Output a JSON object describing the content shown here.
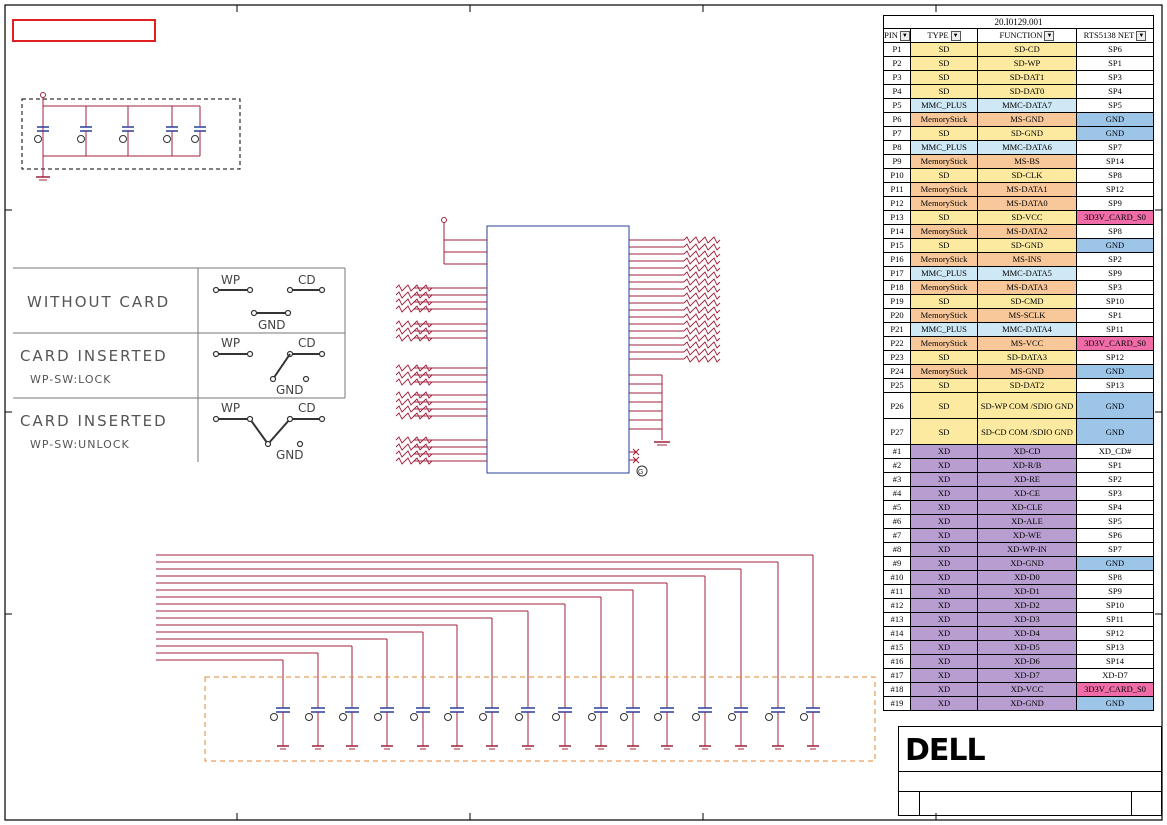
{
  "switch_table": {
    "row1_title": "WITHOUT CARD",
    "row2_title": "CARD INSERTED",
    "row2_sub": "WP-SW:LOCK",
    "row3_title": "CARD INSERTED",
    "row3_sub": "WP-SW:UNLOCK",
    "wp": "WP",
    "cd": "CD",
    "gnd": "GND"
  },
  "pin_table": {
    "title": "20.I0129.001",
    "headers": [
      "PIN",
      "TYPE",
      "FUNCTION",
      "RTS5138 NET"
    ],
    "rows": [
      {
        "pin": "P1",
        "type": "SD",
        "func": "SD-CD",
        "net": "SP6",
        "tc": "sd",
        "nc": ""
      },
      {
        "pin": "P2",
        "type": "SD",
        "func": "SD-WP",
        "net": "SP1",
        "tc": "sd",
        "nc": ""
      },
      {
        "pin": "P3",
        "type": "SD",
        "func": "SD-DAT1",
        "net": "SP3",
        "tc": "sd",
        "nc": ""
      },
      {
        "pin": "P4",
        "type": "SD",
        "func": "SD-DAT0",
        "net": "SP4",
        "tc": "sd",
        "nc": ""
      },
      {
        "pin": "P5",
        "type": "MMC_PLUS",
        "func": "MMC-DATA7",
        "net": "SP5",
        "tc": "mmc",
        "nc": ""
      },
      {
        "pin": "P6",
        "type": "MemoryStick",
        "func": "MS-GND",
        "net": "GND",
        "tc": "ms",
        "nc": "gnd"
      },
      {
        "pin": "P7",
        "type": "SD",
        "func": "SD-GND",
        "net": "GND",
        "tc": "sd",
        "nc": "gnd"
      },
      {
        "pin": "P8",
        "type": "MMC_PLUS",
        "func": "MMC-DATA6",
        "net": "SP7",
        "tc": "mmc",
        "nc": ""
      },
      {
        "pin": "P9",
        "type": "MemoryStick",
        "func": "MS-BS",
        "net": "SP14",
        "tc": "ms",
        "nc": ""
      },
      {
        "pin": "P10",
        "type": "SD",
        "func": "SD-CLK",
        "net": "SP8",
        "tc": "sd",
        "nc": ""
      },
      {
        "pin": "P11",
        "type": "MemoryStick",
        "func": "MS-DATA1",
        "net": "SP12",
        "tc": "ms",
        "nc": ""
      },
      {
        "pin": "P12",
        "type": "MemoryStick",
        "func": "MS-DATA0",
        "net": "SP9",
        "tc": "ms",
        "nc": ""
      },
      {
        "pin": "P13",
        "type": "SD",
        "func": "SD-VCC",
        "net": "3D3V_CARD_S0",
        "tc": "sd",
        "nc": "vcc"
      },
      {
        "pin": "P14",
        "type": "MemoryStick",
        "func": "MS-DATA2",
        "net": "SP8",
        "tc": "ms",
        "nc": ""
      },
      {
        "pin": "P15",
        "type": "SD",
        "func": "SD-GND",
        "net": "GND",
        "tc": "sd",
        "nc": "gnd"
      },
      {
        "pin": "P16",
        "type": "MemoryStick",
        "func": "MS-INS",
        "net": "SP2",
        "tc": "ms",
        "nc": ""
      },
      {
        "pin": "P17",
        "type": "MMC_PLUS",
        "func": "MMC-DATA5",
        "net": "SP9",
        "tc": "mmc",
        "nc": ""
      },
      {
        "pin": "P18",
        "type": "MemoryStick",
        "func": "MS-DATA3",
        "net": "SP3",
        "tc": "ms",
        "nc": ""
      },
      {
        "pin": "P19",
        "type": "SD",
        "func": "SD-CMD",
        "net": "SP10",
        "tc": "sd",
        "nc": ""
      },
      {
        "pin": "P20",
        "type": "MemoryStick",
        "func": "MS-SCLK",
        "net": "SP1",
        "tc": "ms",
        "nc": ""
      },
      {
        "pin": "P21",
        "type": "MMC_PLUS",
        "func": "MMC-DATA4",
        "net": "SP11",
        "tc": "mmc",
        "nc": ""
      },
      {
        "pin": "P22",
        "type": "MemoryStick",
        "func": "MS-VCC",
        "net": "3D3V_CARD_S0",
        "tc": "ms",
        "nc": "vcc"
      },
      {
        "pin": "P23",
        "type": "SD",
        "func": "SD-DATA3",
        "net": "SP12",
        "tc": "sd",
        "nc": ""
      },
      {
        "pin": "P24",
        "type": "MemoryStick",
        "func": "MS-GND",
        "net": "GND",
        "tc": "ms",
        "nc": "gnd"
      },
      {
        "pin": "P25",
        "type": "SD",
        "func": "SD-DAT2",
        "net": "SP13",
        "tc": "sd",
        "nc": ""
      },
      {
        "pin": "P26",
        "type": "SD",
        "func": "SD-WP COM /SDIO GND",
        "net": "GND",
        "tc": "sd",
        "nc": "gnd",
        "tall": true
      },
      {
        "pin": "P27",
        "type": "SD",
        "func": "SD-CD COM /SDIO GND",
        "net": "GND",
        "tc": "sd",
        "nc": "gnd",
        "tall": true
      },
      {
        "pin": "#1",
        "type": "XD",
        "func": "XD-CD",
        "net": "XD_CD#",
        "tc": "xd",
        "nc": ""
      },
      {
        "pin": "#2",
        "type": "XD",
        "func": "XD-R/B",
        "net": "SP1",
        "tc": "xd",
        "nc": ""
      },
      {
        "pin": "#3",
        "type": "XD",
        "func": "XD-RE",
        "net": "SP2",
        "tc": "xd",
        "nc": ""
      },
      {
        "pin": "#4",
        "type": "XD",
        "func": "XD-CE",
        "net": "SP3",
        "tc": "xd",
        "nc": ""
      },
      {
        "pin": "#5",
        "type": "XD",
        "func": "XD-CLE",
        "net": "SP4",
        "tc": "xd",
        "nc": ""
      },
      {
        "pin": "#6",
        "type": "XD",
        "func": "XD-ALE",
        "net": "SP5",
        "tc": "xd",
        "nc": ""
      },
      {
        "pin": "#7",
        "type": "XD",
        "func": "XD-WE",
        "net": "SP6",
        "tc": "xd",
        "nc": ""
      },
      {
        "pin": "#8",
        "type": "XD",
        "func": "XD-WP-IN",
        "net": "SP7",
        "tc": "xd",
        "nc": ""
      },
      {
        "pin": "#9",
        "type": "XD",
        "func": "XD-GND",
        "net": "GND",
        "tc": "xd",
        "nc": "gnd"
      },
      {
        "pin": "#10",
        "type": "XD",
        "func": "XD-D0",
        "net": "SP8",
        "tc": "xd",
        "nc": ""
      },
      {
        "pin": "#11",
        "type": "XD",
        "func": "XD-D1",
        "net": "SP9",
        "tc": "xd",
        "nc": ""
      },
      {
        "pin": "#12",
        "type": "XD",
        "func": "XD-D2",
        "net": "SP10",
        "tc": "xd",
        "nc": ""
      },
      {
        "pin": "#13",
        "type": "XD",
        "func": "XD-D3",
        "net": "SP11",
        "tc": "xd",
        "nc": ""
      },
      {
        "pin": "#14",
        "type": "XD",
        "func": "XD-D4",
        "net": "SP12",
        "tc": "xd",
        "nc": ""
      },
      {
        "pin": "#15",
        "type": "XD",
        "func": "XD-D5",
        "net": "SP13",
        "tc": "xd",
        "nc": ""
      },
      {
        "pin": "#16",
        "type": "XD",
        "func": "XD-D6",
        "net": "SP14",
        "tc": "xd",
        "nc": ""
      },
      {
        "pin": "#17",
        "type": "XD",
        "func": "XD-D7",
        "net": "XD-D7",
        "tc": "xd",
        "nc": ""
      },
      {
        "pin": "#18",
        "type": "XD",
        "func": "XD-VCC",
        "net": "3D3V_CARD_S0",
        "tc": "xd",
        "nc": "vcc"
      },
      {
        "pin": "#19",
        "type": "XD",
        "func": "XD-GND",
        "net": "GND",
        "tc": "xd",
        "nc": "gnd"
      }
    ]
  },
  "title_block": {
    "logo": "DELL"
  },
  "colors": {
    "wire": "#a0203c",
    "cap": "#2a3f9a",
    "box": "#2a3f9a",
    "frame": "#000000",
    "note_box": "#e02020",
    "dashed_orange": "#e08a30"
  }
}
